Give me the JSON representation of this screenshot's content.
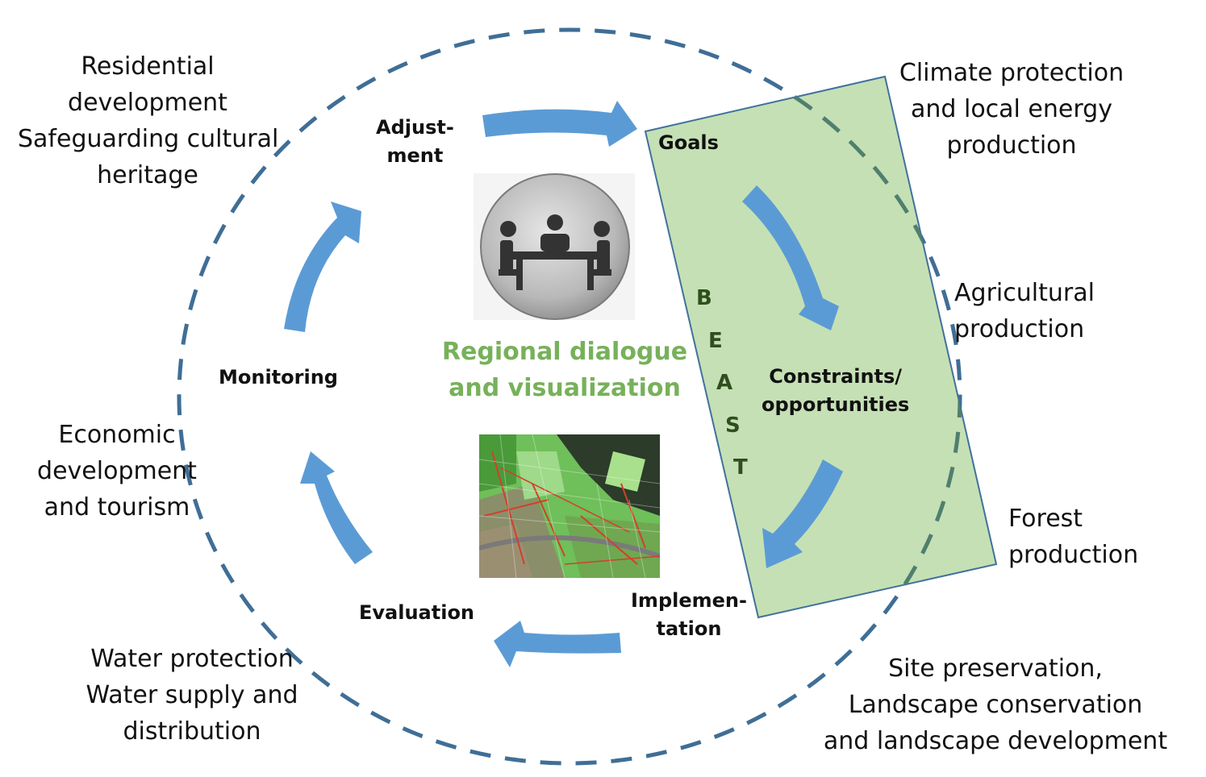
{
  "diagram": {
    "center_title": [
      "Regional dialogue",
      "and visualization"
    ],
    "beast_letters": [
      "B",
      "E",
      "A",
      "S",
      "T"
    ],
    "cycle_stages": {
      "goals": [
        "Goals"
      ],
      "constraints": [
        "Constraints/",
        "opportunities"
      ],
      "implementation": [
        "Implemen-",
        "tation"
      ],
      "evaluation": [
        "Evaluation"
      ],
      "monitoring": [
        "Monitoring"
      ],
      "adjustment": [
        "Adjust-",
        "ment"
      ]
    },
    "land_uses": {
      "residential": [
        "Residential",
        "development",
        "Safeguarding cultural",
        "heritage"
      ],
      "climate": [
        "Climate protection",
        "and local energy",
        "production"
      ],
      "agricultural": [
        "Agricultural",
        "production"
      ],
      "forest": [
        "Forest",
        "production"
      ],
      "site": [
        "Site preservation,",
        "Landscape conservation",
        "and landscape development"
      ],
      "water": [
        "Water protection",
        "Water supply and",
        "distribution"
      ],
      "economic": [
        "Economic",
        "development",
        "and tourism"
      ]
    },
    "colors": {
      "arrow": "#5b9bd5",
      "dashed_circle": "#3f6e96",
      "beast_panel": "#c5e0b4",
      "beast_panel_border": "#41719c",
      "center_title": "#77b15a",
      "beast_text": "#2f4f1e"
    },
    "icons": [
      "meeting-table-icon",
      "landscape-map-icon"
    ]
  }
}
